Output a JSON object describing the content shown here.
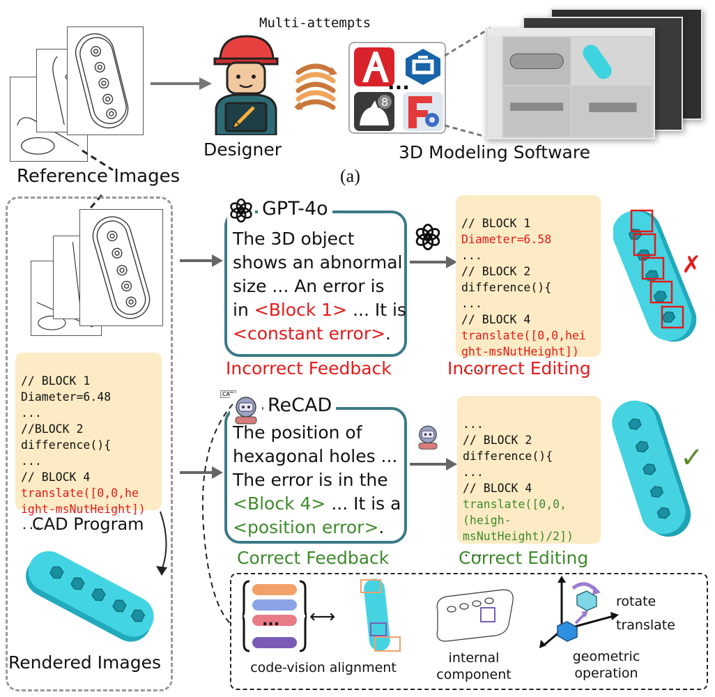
{
  "top": {
    "multi_attempts": "Multi-attempts",
    "designer_label": "Designer",
    "software_label": "3D Modeling Software",
    "reference_label": "Reference Images",
    "panel_a_label": "(a)",
    "ellipsis": "..."
  },
  "gpt": {
    "title": "GPT-4o",
    "text_lines": [
      "The 3D object",
      "shows an abnormal",
      "size ... An error is"
    ],
    "line4_prefix": "in ",
    "line4_block": "<Block 1>",
    "line4_suffix": " ... It is",
    "line5_error": "<constant error>",
    "line5_suffix": ".",
    "feedback_caption": "Incorrect Feedback",
    "editing_caption": "Incorrect Editing",
    "mark": "✗"
  },
  "gpt_code": {
    "l1": "// BLOCK 1",
    "l2": "Diameter=6.58",
    "l3": "...",
    "l4": "// BLOCK 2",
    "l5": "difference(){",
    "l6": "...",
    "l7": "// BLOCK 4",
    "l8": "translate([0,0,hei",
    "l9": "ght-msNutHeight])",
    "l10": "..."
  },
  "recad": {
    "title": "ReCAD",
    "text_lines": [
      "The position of",
      "hexagonal holes ...",
      "The error is in the"
    ],
    "line4_block": "<Block 4>",
    "line4_suffix": " ... It is a",
    "line5_error": "<position error>",
    "line5_suffix": ".",
    "feedback_caption": "Correct Feedback",
    "editing_caption": "Correct Editing",
    "mark": "✓"
  },
  "recad_code": {
    "l1": "...",
    "l2": "// BLOCK 2",
    "l3": "difference(){",
    "l4": "...",
    "l5": "// BLOCK 4",
    "l6": "translate([0,0,",
    "l7": "(heigh-",
    "l8": "msNutHeight)/2])",
    "l9": "..."
  },
  "cad_program": {
    "l1": "// BLOCK 1",
    "l2": "Diameter=6.48",
    "l3": "...",
    "l4": "//BLOCK 2",
    "l5": "difference(){",
    "l6": "...",
    "l7": "// BLOCK 4",
    "l8": "translate([0,0,he",
    "l9": "ight-msNutHeight])",
    "l10": "...",
    "caption": "CAD Program",
    "rendered_caption": "Rendered Images"
  },
  "bottom": {
    "alignment_label": "code-vision alignment",
    "dots": "...",
    "internal_l1": "internal",
    "internal_l2": "component",
    "rotate": "rotate",
    "translate": "translate",
    "geometric_l1": "geometric",
    "geometric_l2": "operation",
    "cad_badge": "CAD"
  },
  "colors": {
    "red": "#e31a1a",
    "green": "#3d8a2c",
    "code_bg": "#fcebc4",
    "bubble_border": "#3b7a88",
    "cyan_model": "#34d0e0"
  }
}
